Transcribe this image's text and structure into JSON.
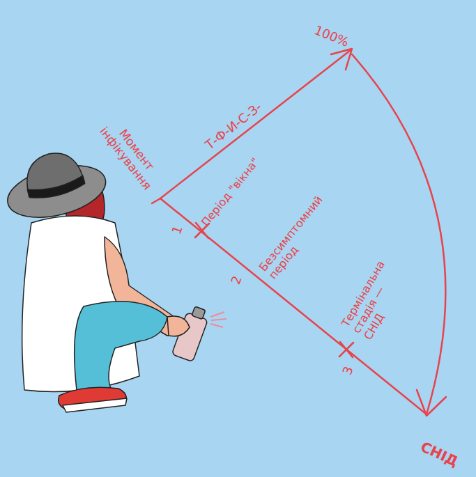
{
  "diagram": {
    "labels": [
      "Момент інфікування",
      "Т-Ф-И-С-З-",
      "100%",
      "1",
      "Період \"вікна\"",
      "2",
      "Безсимптомний період",
      "3",
      "Термінальна стадія — СНІД",
      "СНІД"
    ]
  }
}
